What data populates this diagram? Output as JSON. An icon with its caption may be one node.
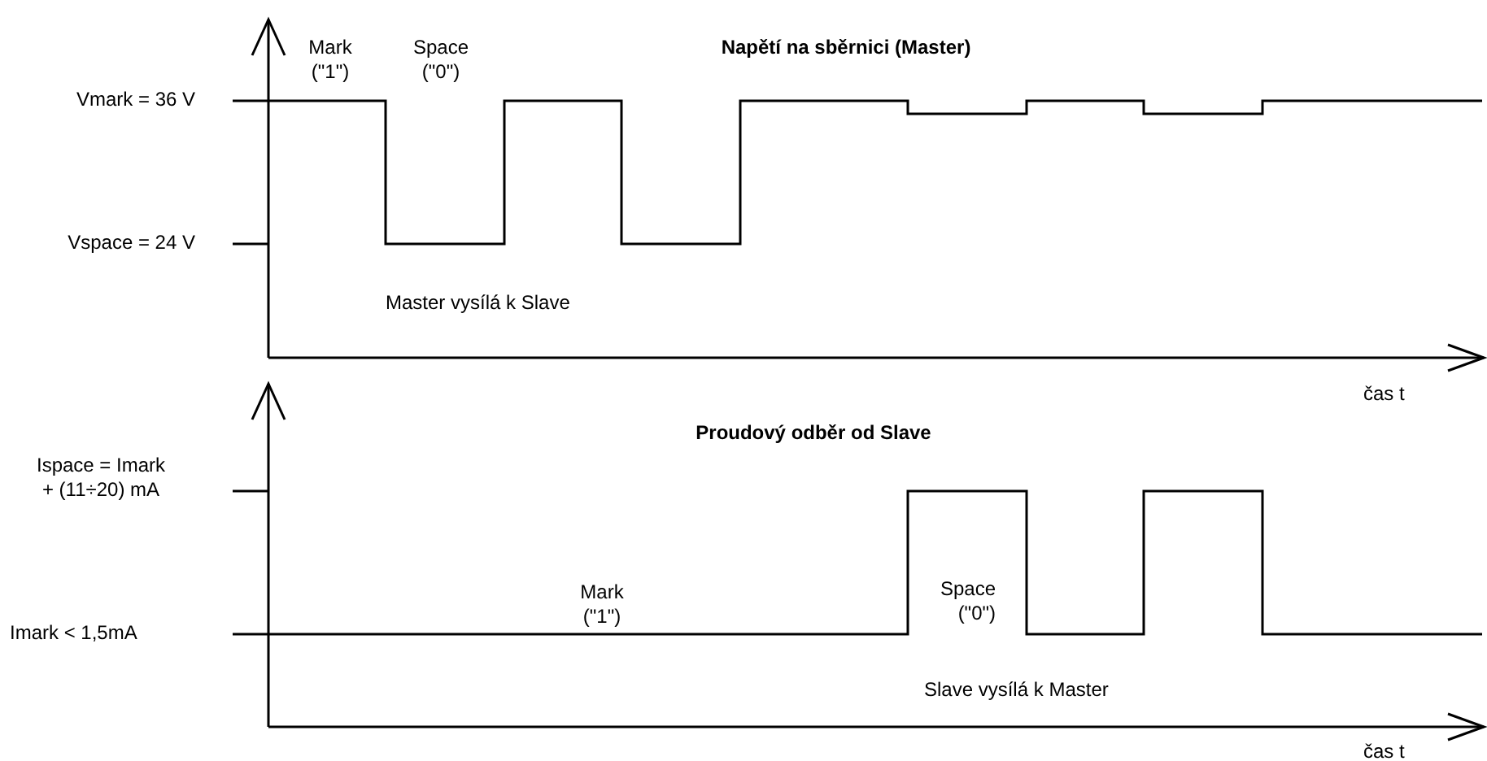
{
  "diagram": {
    "labels": [
      "Mark (\"1\")",
      "Space (\"0\")",
      "Napětí na sběrnici (Master)",
      "Vmark = 36 V",
      "Vspace = 24 V",
      "Master vysílá k Slave",
      "čas t",
      "Proudový odběr od Slave",
      "Ispace = Imark + (11÷20) mA",
      "Mark (\"1\")",
      "Space (\"0\")",
      "Imark < 1,5mA",
      "Slave vysílá k Master",
      "čas t"
    ]
  }
}
